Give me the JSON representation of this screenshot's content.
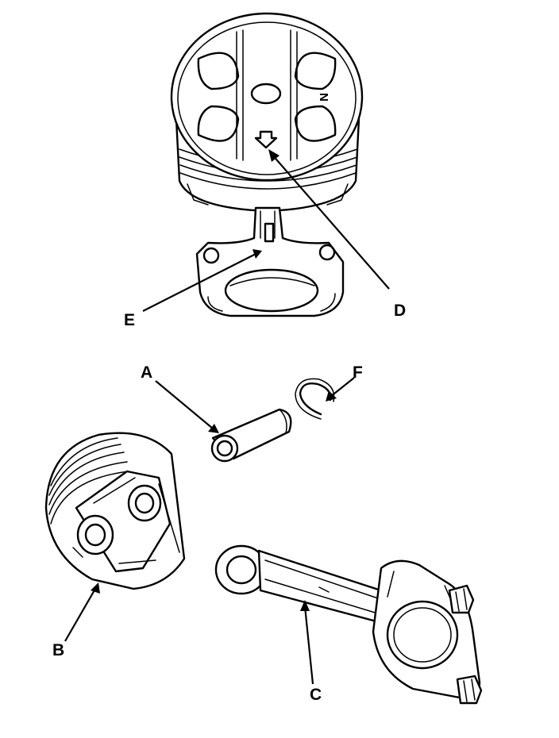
{
  "labels": {
    "A": "A",
    "B": "B",
    "C": "C",
    "D": "D",
    "E": "E",
    "F": "F"
  },
  "piston_crown_mark": "N",
  "icons": {
    "crown_arrow": "down-arrow-outline-icon"
  }
}
